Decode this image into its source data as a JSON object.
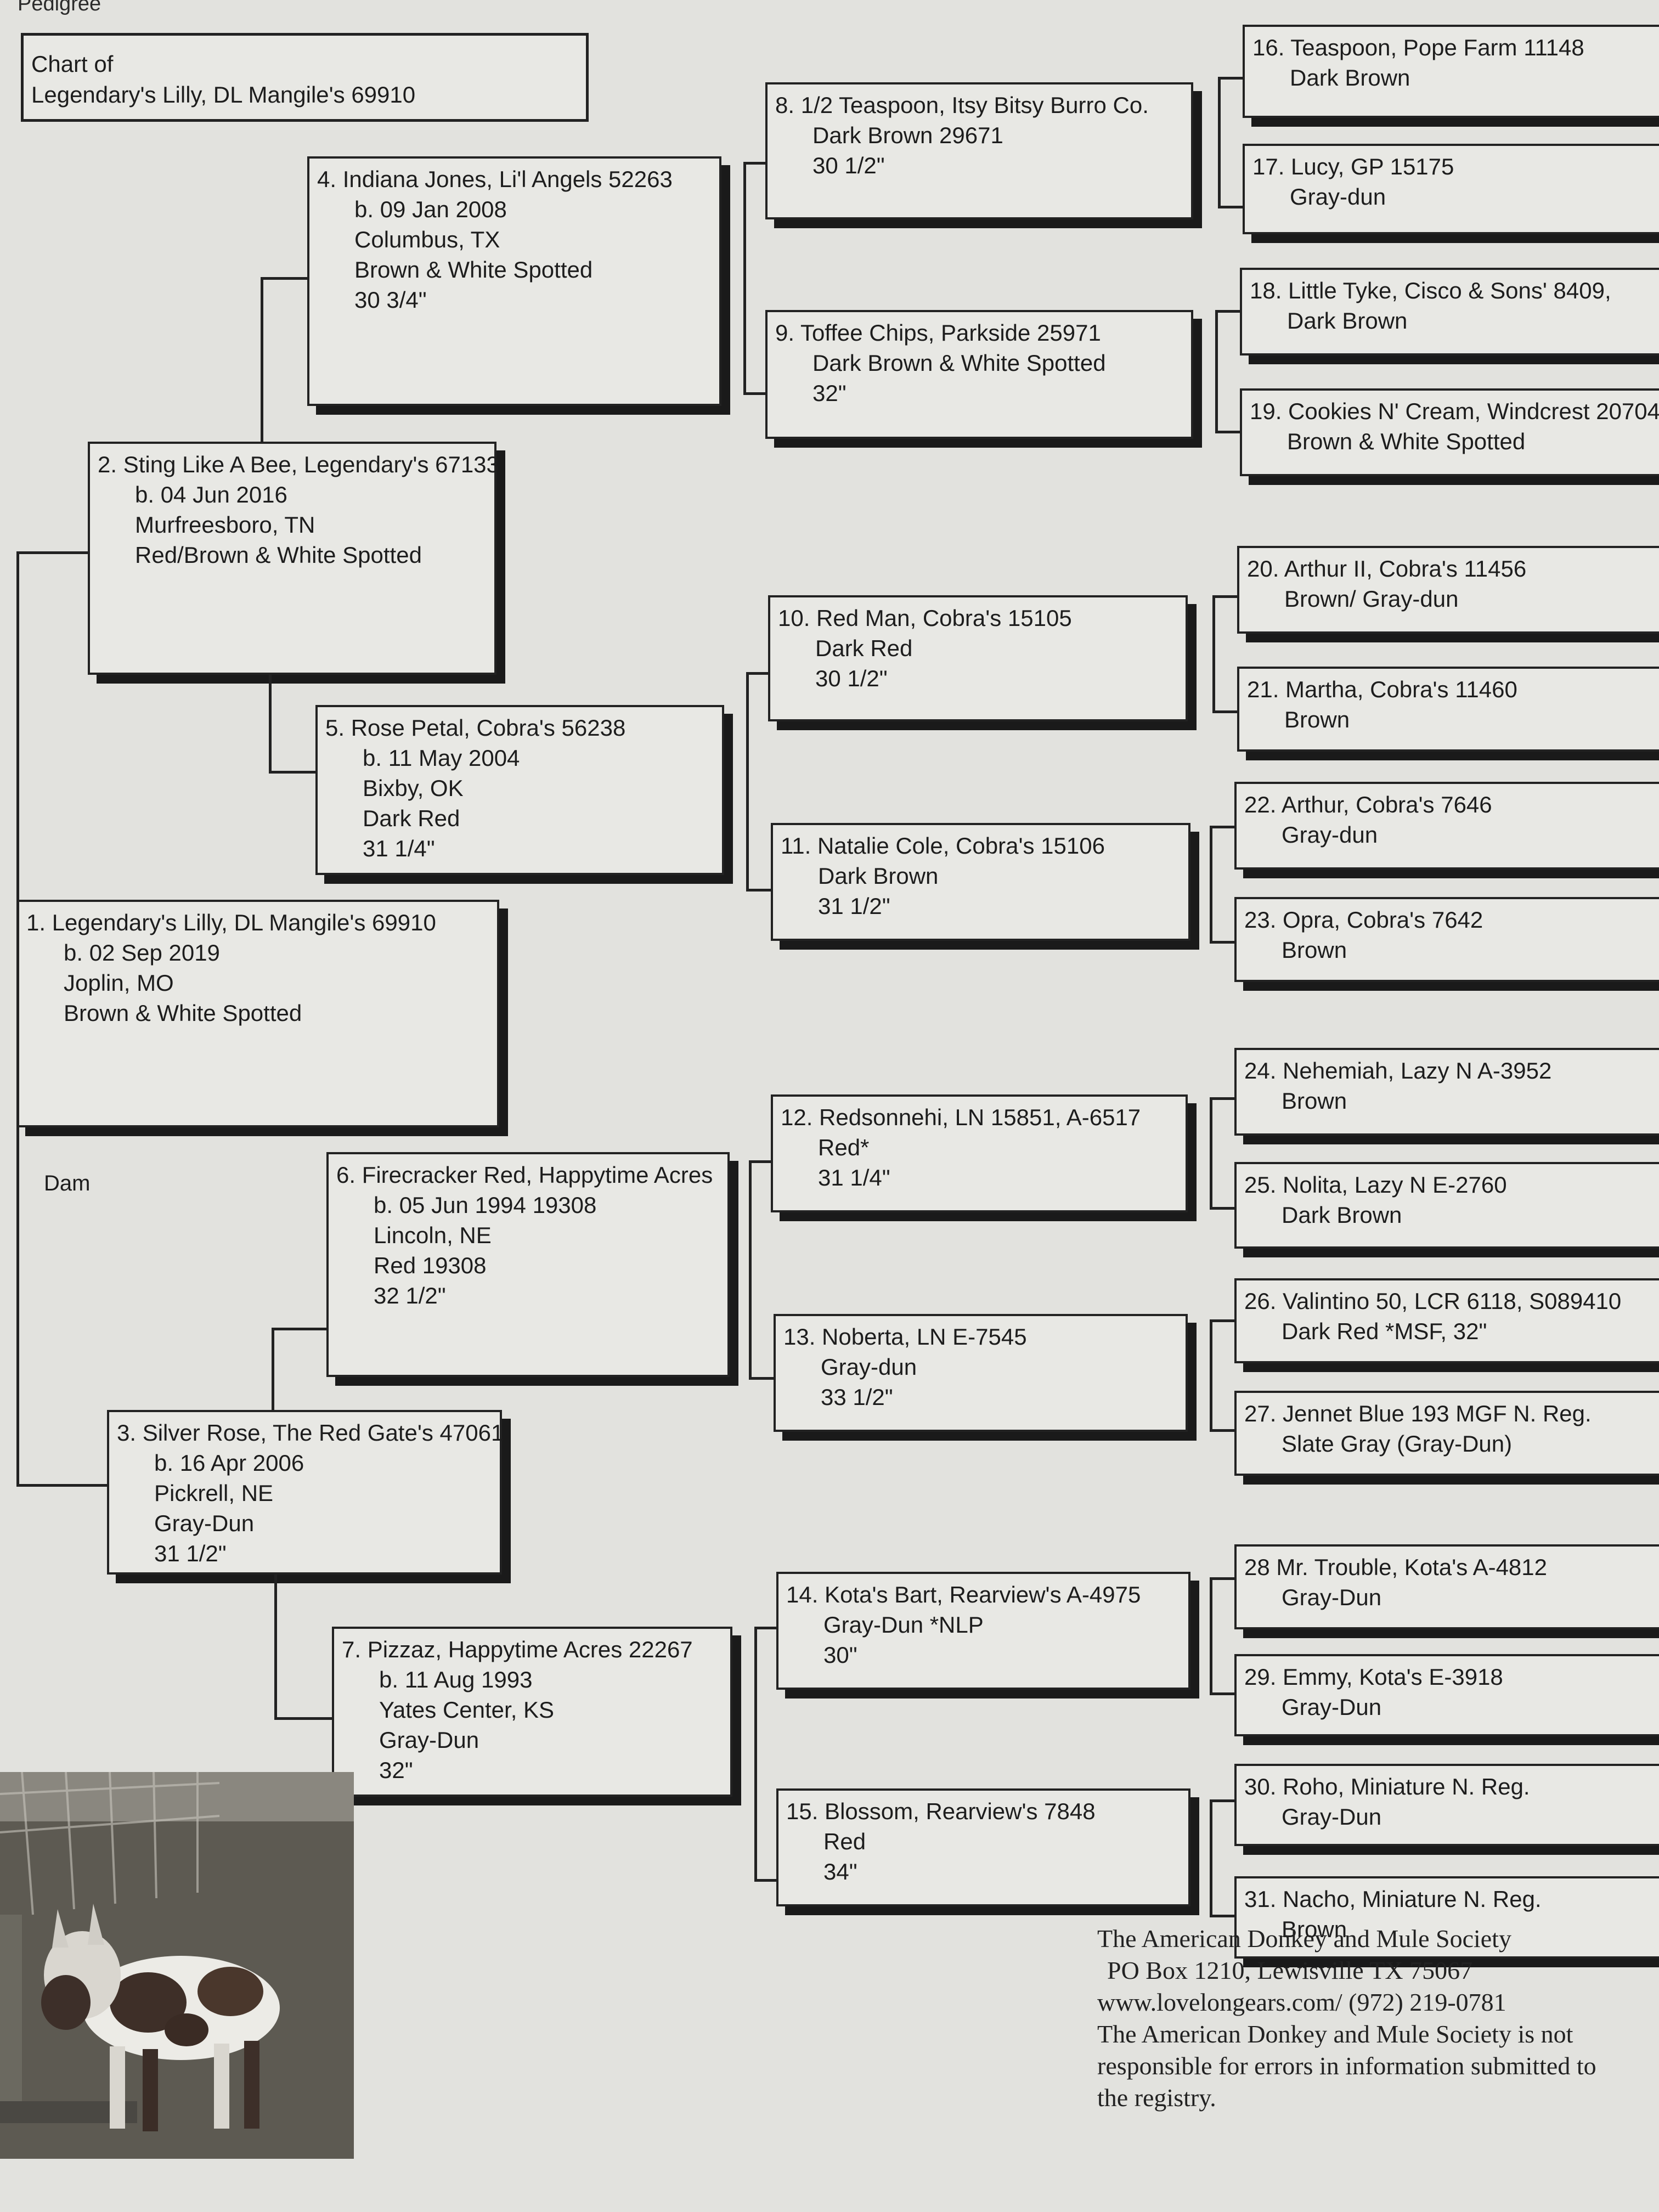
{
  "page_title": "Pedigree",
  "chart_of": {
    "label": "Chart of",
    "name": "Legendary's Lilly, DL Mangile's 69910"
  },
  "dam_label": "Dam",
  "animals": {
    "a1": {
      "line1": "1. Legendary's Lilly, DL Mangile's 69910",
      "lines": [
        "b. 02 Sep 2019",
        "Joplin, MO",
        "Brown & White Spotted"
      ]
    },
    "a2": {
      "line1": "2. Sting Like A Bee, Legendary's 67133",
      "lines": [
        "b. 04 Jun 2016",
        "Murfreesboro, TN",
        "Red/Brown & White Spotted"
      ]
    },
    "a3": {
      "line1": "3. Silver Rose, The Red Gate's 47061",
      "lines": [
        "b. 16 Apr 2006",
        "Pickrell, NE",
        "Gray-Dun",
        "31 1/2\""
      ]
    },
    "a4": {
      "line1": "4. Indiana Jones, Li'l Angels 52263",
      "lines": [
        "b. 09 Jan 2008",
        "Columbus, TX",
        "Brown & White Spotted",
        "30 3/4\""
      ]
    },
    "a5": {
      "line1": "5. Rose Petal, Cobra's 56238",
      "lines": [
        "b. 11 May 2004",
        "Bixby, OK",
        "Dark Red",
        "31 1/4\""
      ]
    },
    "a6": {
      "line1": "6. Firecracker Red, Happytime Acres",
      "lines": [
        "b. 05 Jun 1994     19308",
        "Lincoln, NE",
        "Red   19308",
        "32 1/2\""
      ]
    },
    "a7": {
      "line1": "7. Pizzaz, Happytime Acres 22267",
      "lines": [
        "b. 11 Aug 1993",
        "Yates Center, KS",
        "Gray-Dun",
        "32\""
      ]
    },
    "a8": {
      "line1": "8. 1/2 Teaspoon, Itsy Bitsy Burro Co.",
      "lines": [
        "Dark Brown   29671",
        "30 1/2\""
      ]
    },
    "a9": {
      "line1": "9. Toffee Chips, Parkside 25971",
      "lines": [
        "Dark Brown & White Spotted",
        "32\""
      ]
    },
    "a10": {
      "line1": "10. Red Man, Cobra's 15105",
      "lines": [
        "Dark Red",
        "30 1/2\""
      ]
    },
    "a11": {
      "line1": "11. Natalie Cole, Cobra's 15106",
      "lines": [
        "Dark Brown",
        "31 1/2\""
      ]
    },
    "a12": {
      "line1": "12. Redsonnehi, LN 15851, A-6517",
      "lines": [
        "Red*",
        "31 1/4\""
      ]
    },
    "a13": {
      "line1": "13. Noberta, LN E-7545",
      "lines": [
        "Gray-dun",
        "33 1/2\""
      ]
    },
    "a14": {
      "line1": "14. Kota's Bart, Rearview's A-4975",
      "lines": [
        "Gray-Dun *NLP",
        "30\""
      ]
    },
    "a15": {
      "line1": "15. Blossom, Rearview's 7848",
      "lines": [
        "Red",
        "34\""
      ]
    },
    "a16": {
      "line1": "16. Teaspoon, Pope Farm 11148",
      "lines": [
        "Dark Brown"
      ]
    },
    "a17": {
      "line1": "17. Lucy, GP 15175",
      "lines": [
        "Gray-dun"
      ]
    },
    "a18": {
      "line1": "18. Little Tyke, Cisco & Sons' 8409,",
      "lines": [
        "Dark Brown"
      ]
    },
    "a19": {
      "line1": "19. Cookies N' Cream, Windcrest 20704",
      "lines": [
        "Brown & White Spotted"
      ]
    },
    "a20": {
      "line1": "20. Arthur II, Cobra's 11456",
      "lines": [
        "Brown/ Gray-dun"
      ]
    },
    "a21": {
      "line1": "21. Martha, Cobra's 11460",
      "lines": [
        "Brown"
      ]
    },
    "a22": {
      "line1": "22. Arthur, Cobra's 7646",
      "lines": [
        "Gray-dun"
      ]
    },
    "a23": {
      "line1": "23. Opra, Cobra's 7642",
      "lines": [
        "Brown"
      ]
    },
    "a24": {
      "line1": "24. Nehemiah, Lazy N A-3952",
      "lines": [
        "Brown"
      ]
    },
    "a25": {
      "line1": "25. Nolita, Lazy N E-2760",
      "lines": [
        "Dark Brown"
      ]
    },
    "a26": {
      "line1": "26. Valintino 50, LCR 6118, S089410",
      "lines": [
        "Dark Red *MSF, 32\""
      ]
    },
    "a27": {
      "line1": "27. Jennet Blue 193 MGF N. Reg.",
      "lines": [
        "Slate Gray (Gray-Dun)"
      ]
    },
    "a28": {
      "line1": "28  Mr. Trouble, Kota's A-4812",
      "lines": [
        "Gray-Dun"
      ]
    },
    "a29": {
      "line1": "29. Emmy, Kota's E-3918",
      "lines": [
        "Gray-Dun"
      ]
    },
    "a30": {
      "line1": "30. Roho, Miniature N. Reg.",
      "lines": [
        "Gray-Dun"
      ]
    },
    "a31": {
      "line1": "31. Nacho, Miniature N. Reg.",
      "lines": [
        "Brown"
      ]
    }
  },
  "footer": {
    "line1": "The American Donkey and Mule Society",
    "line2": "PO Box 1210, Lewisville TX 75067",
    "line3": "www.lovelongears.com/ (972) 219-0781",
    "line4": "The American Donkey and Mule Society is not",
    "line5": "responsible for errors in information submitted to",
    "line6": "the registry."
  }
}
